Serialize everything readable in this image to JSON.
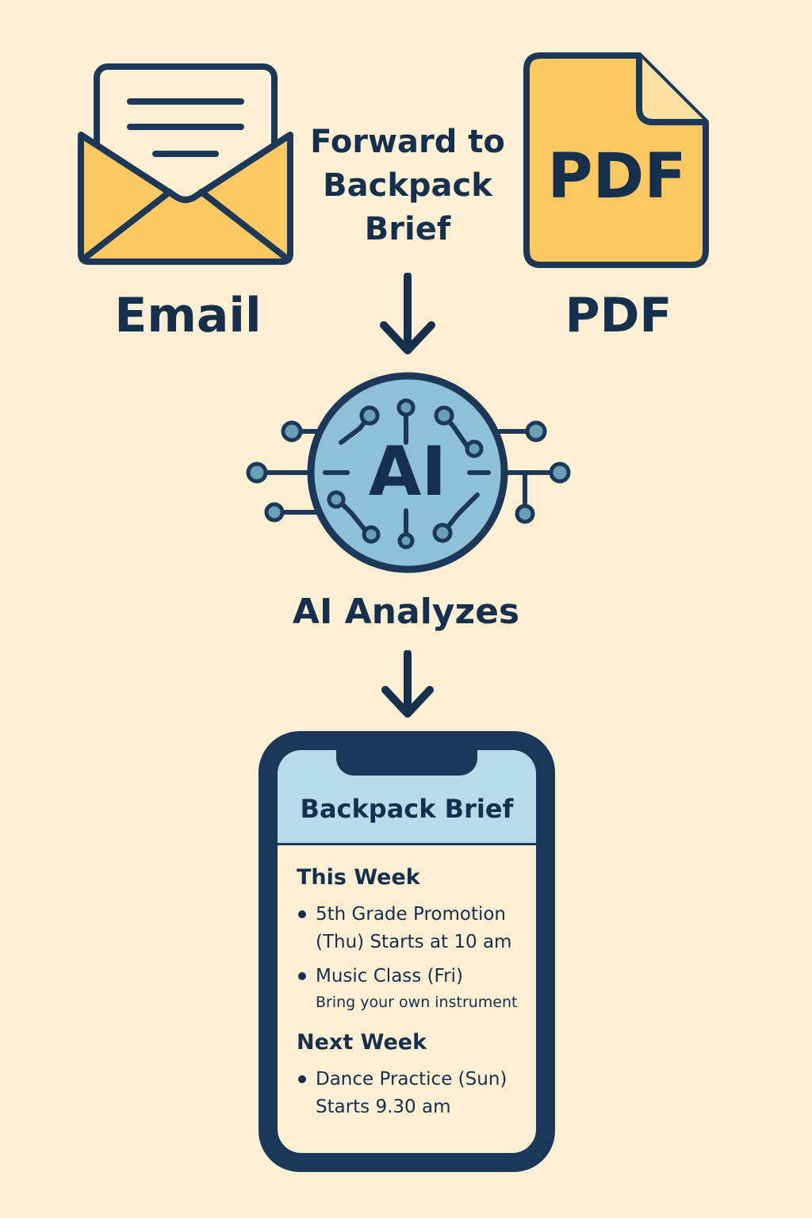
{
  "colors": {
    "background": "#fdefd4",
    "ink": "#14304d",
    "yellow": "#fbc862",
    "ai_blue": "#8fc1d6",
    "screen_header": "#b8dbe9"
  },
  "icons": {
    "email": "envelope-with-letter-icon",
    "pdf": "pdf-document-icon",
    "ai": "ai-circuit-icon",
    "phone": "smartphone-icon",
    "arrow": "arrow-down-icon"
  },
  "email": {
    "label": "Email"
  },
  "pdf": {
    "label": "PDF",
    "icon_text": "PDF"
  },
  "forward": {
    "line1": "Forward to",
    "line2": "Backpack",
    "line3": "Brief"
  },
  "ai": {
    "icon_text": "AI",
    "caption": "AI Analyzes"
  },
  "phone": {
    "title": "Backpack Brief",
    "sections": [
      {
        "title": "This Week",
        "items": [
          {
            "line1": "5th Grade Promotion",
            "line2": "(Thu) Starts at 10 am"
          },
          {
            "line1": "Music Class (Fri)",
            "note": "Bring your own instrument"
          }
        ]
      },
      {
        "title": "Next Week",
        "items": [
          {
            "line1": "Dance Practice (Sun)",
            "line2": "Starts 9.30 am"
          }
        ]
      }
    ]
  }
}
